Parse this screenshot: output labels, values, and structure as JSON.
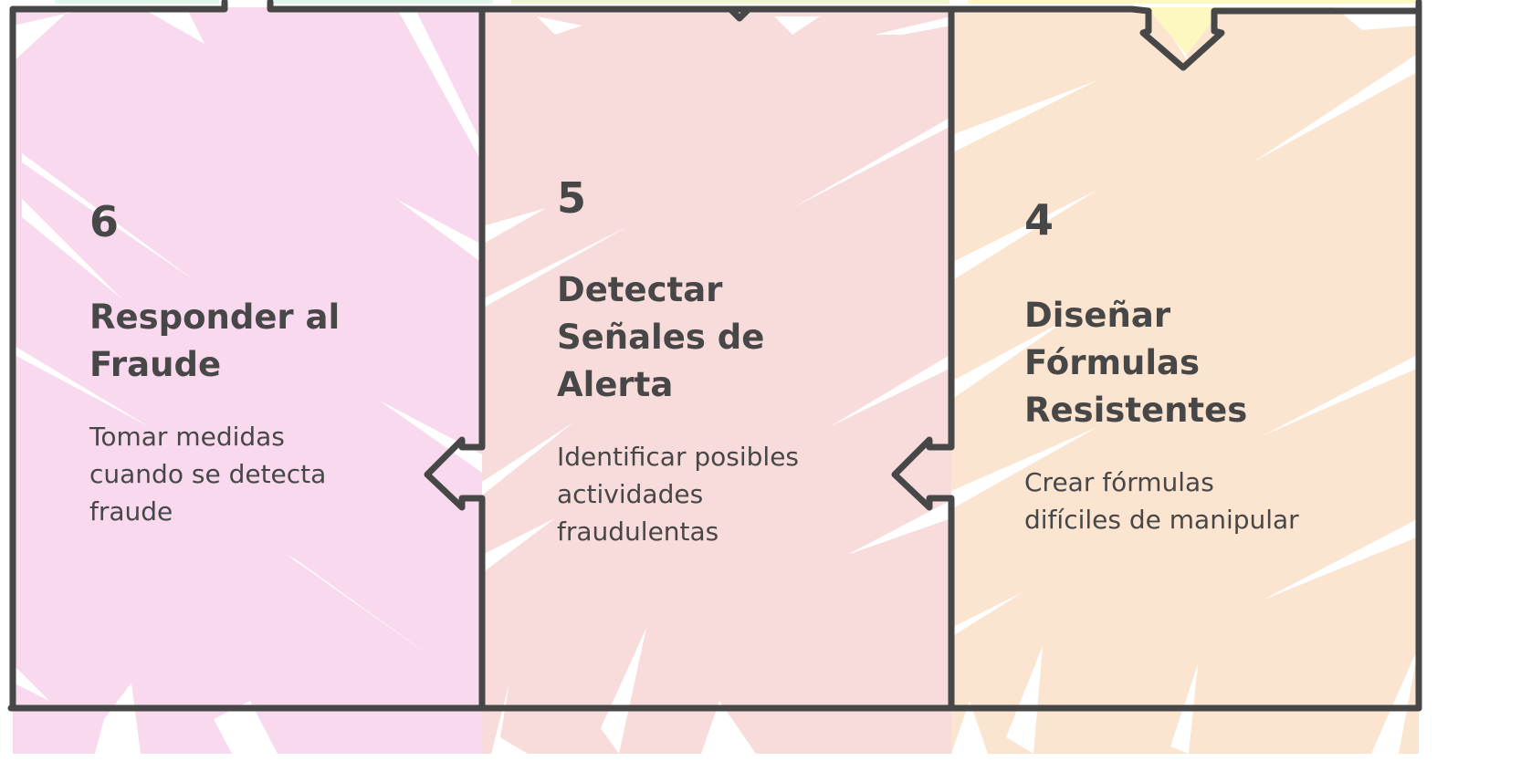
{
  "diagram": {
    "type": "process-steps",
    "colors": {
      "stroke": "#474747",
      "text": "#474747",
      "step6_fill": "#f8d9ee",
      "step5_fill": "#f8dbdb",
      "step4_fill": "#fbe4d0",
      "top_hint_yellow": "#fdf7c0",
      "top_hint_green": "#dff6e8"
    },
    "steps": [
      {
        "number": "6",
        "title": "Responder al Fraude",
        "title_lines": [
          "Responder al",
          "Fraude"
        ],
        "description_lines": [
          "Tomar medidas",
          "cuando se detecta",
          "fraude"
        ]
      },
      {
        "number": "5",
        "title": "Detectar Señales de Alerta",
        "title_lines": [
          "Detectar",
          "Señales de",
          "Alerta"
        ],
        "description_lines": [
          "Identificar posibles",
          "actividades",
          "fraudulentas"
        ]
      },
      {
        "number": "4",
        "title": "Diseñar Fórmulas Resistentes",
        "title_lines": [
          "Diseñar",
          "Fórmulas",
          "Resistentes"
        ],
        "description_lines": [
          "Crear fórmulas",
          "difíciles de manipular"
        ]
      }
    ],
    "arrows": [
      {
        "from": "3",
        "to": "4",
        "direction": "down"
      },
      {
        "from": "4",
        "to": "5",
        "direction": "left"
      },
      {
        "from": "5",
        "to": "6",
        "direction": "left"
      }
    ]
  }
}
